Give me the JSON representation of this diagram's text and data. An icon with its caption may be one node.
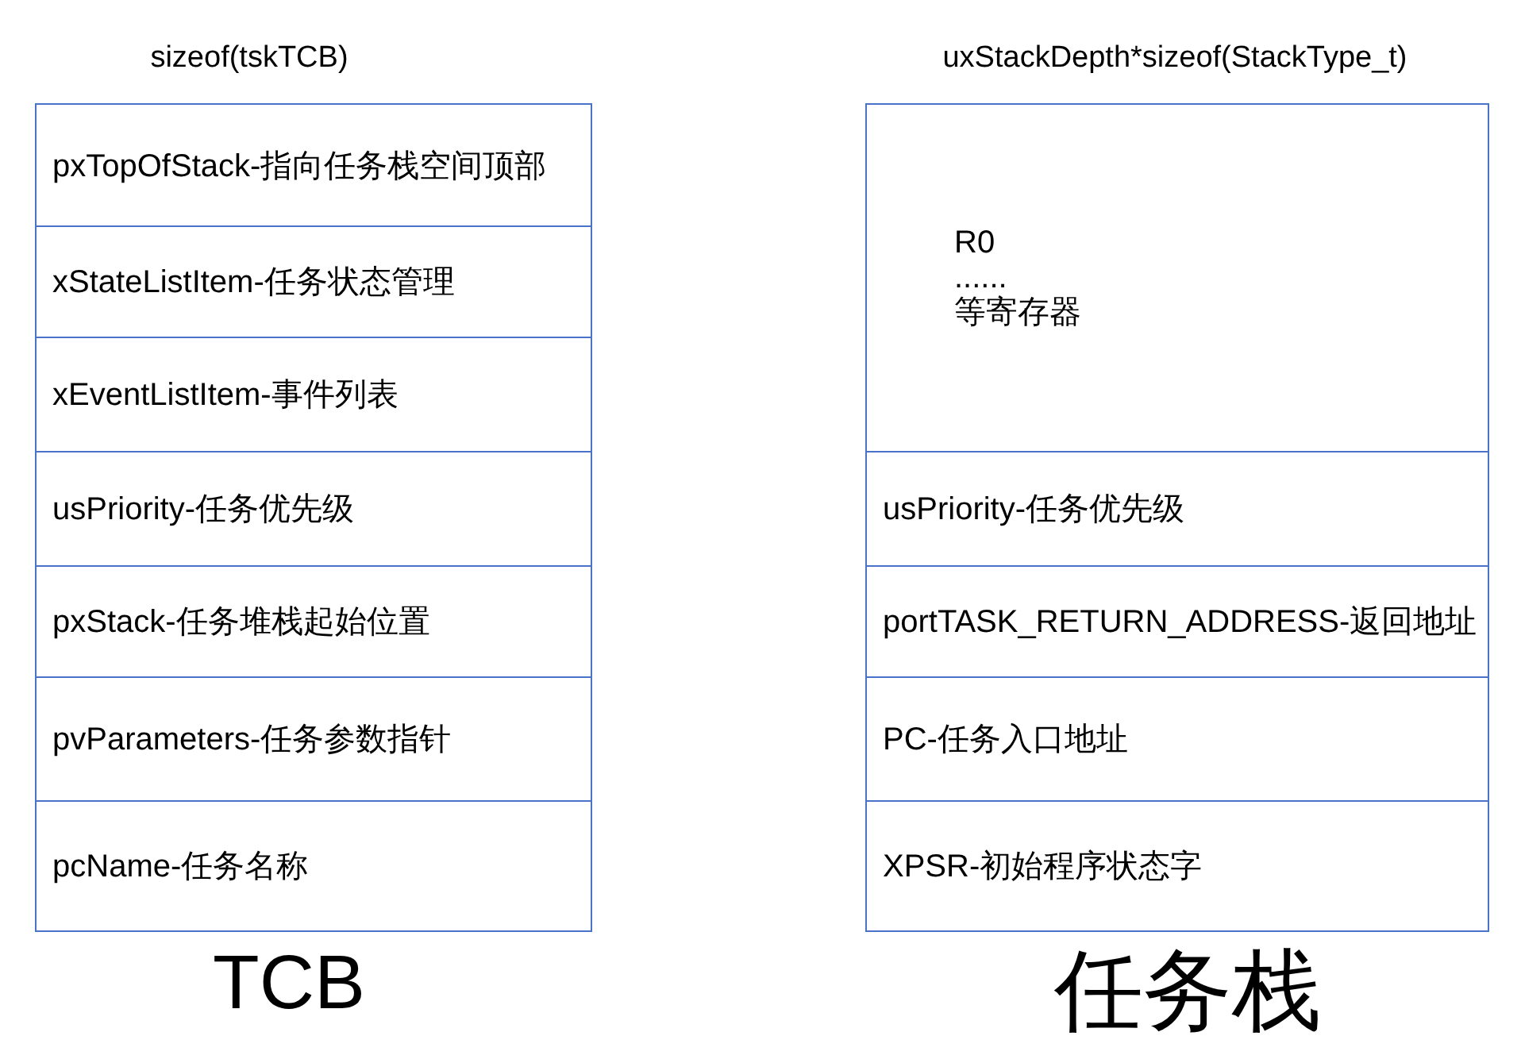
{
  "diagram": {
    "nodes": [
      {
        "text": [
          "sizeof(tskTCB)"
        ],
        "beside": [
          "TCB"
        ]
      },
      {
        "text": [
          "pxTopOfStack-指向任务栈空间顶部"
        ],
        "in": 0
      },
      {
        "text": [
          "xStateListItem-任务状态管理"
        ],
        "in": 0
      },
      {
        "text": [
          "xEventListItem-事件列表"
        ],
        "in": 0
      },
      {
        "text": [
          "usPriority-任务优先级"
        ],
        "in": 0
      },
      {
        "text": [
          "pxStack-任务堆栈起始位置"
        ],
        "in": 0
      },
      {
        "text": [
          "pvParameters-任务参数指针"
        ],
        "in": 0
      },
      {
        "text": [
          "pcName-任务名称"
        ],
        "in": 0
      },
      {
        "text": [
          "uxStackDepth*sizeof(StackType_t)"
        ],
        "beside": [
          "任务栈"
        ]
      },
      {
        "text": [
          "R0",
          "......",
          "等寄存器"
        ],
        "in": 8
      },
      {
        "text": [
          "usPriority-任务优先级"
        ],
        "in": 8
      },
      {
        "text": [
          "portTASK_RETURN_ADDRESS-返回地址"
        ],
        "in": 8
      },
      {
        "text": [
          "PC-任务入口地址"
        ],
        "in": 8
      },
      {
        "text": [
          "XPSR-初始程序状态字"
        ],
        "in": 8
      }
    ]
  }
}
